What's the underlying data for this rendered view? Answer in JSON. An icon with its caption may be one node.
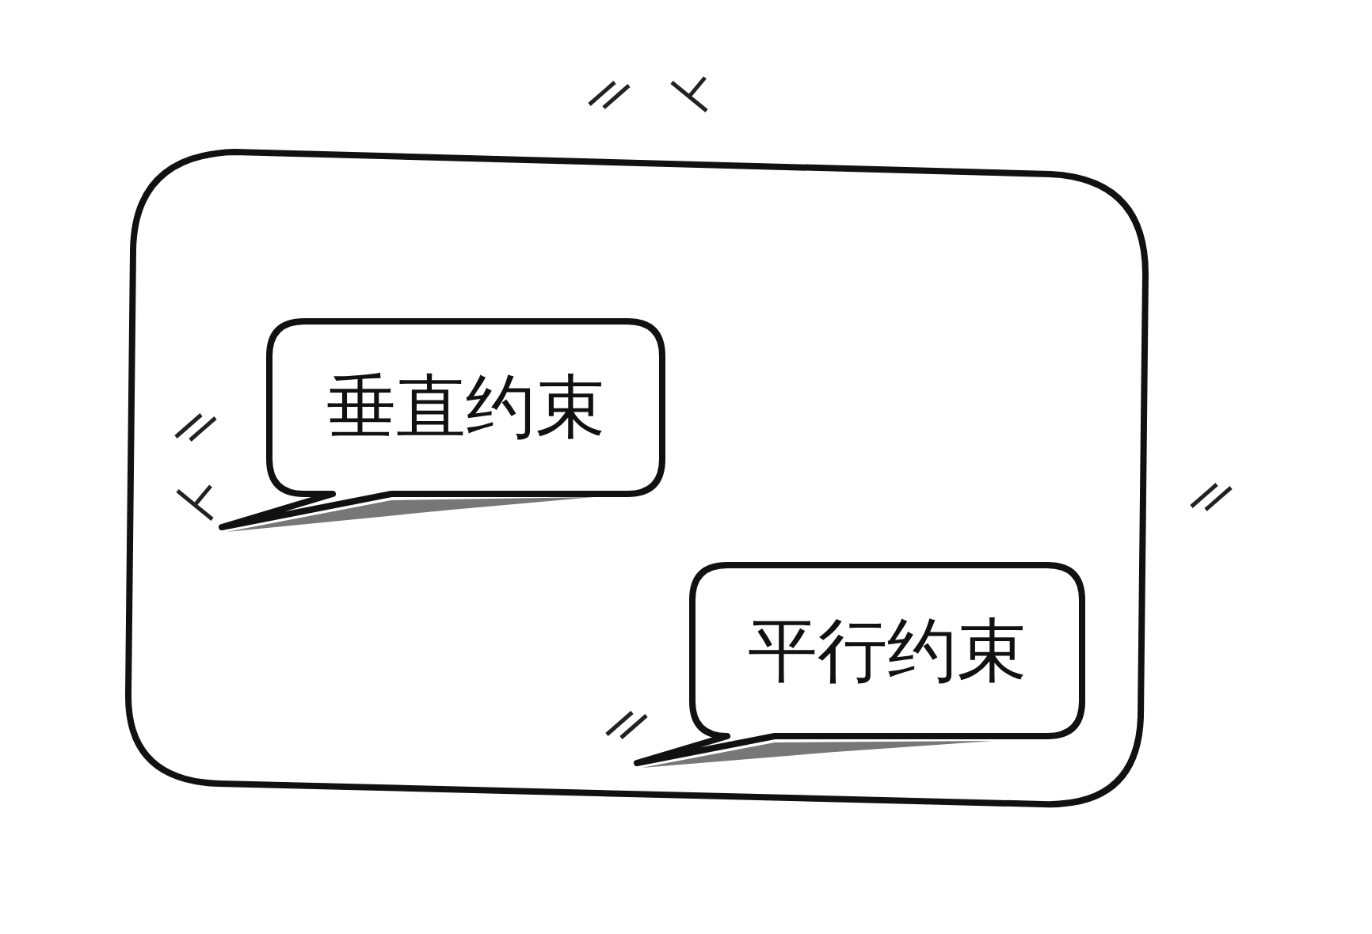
{
  "diagram": {
    "nodes": [
      {
        "text": [],
        "shape": "box"
      },
      {
        "text": [
          "垂直约束"
        ],
        "in": 0
      },
      {
        "text": [
          "平行约束"
        ],
        "in": 0
      }
    ]
  }
}
